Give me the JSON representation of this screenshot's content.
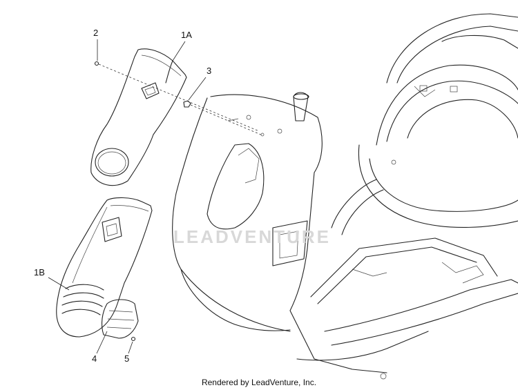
{
  "callouts": {
    "c2": "2",
    "c1a": "1A",
    "c3": "3",
    "c1b": "1B",
    "c4": "4",
    "c5": "5"
  },
  "watermark": "LEADVENTURE",
  "footer": "Rendered by LeadVenture, Inc."
}
